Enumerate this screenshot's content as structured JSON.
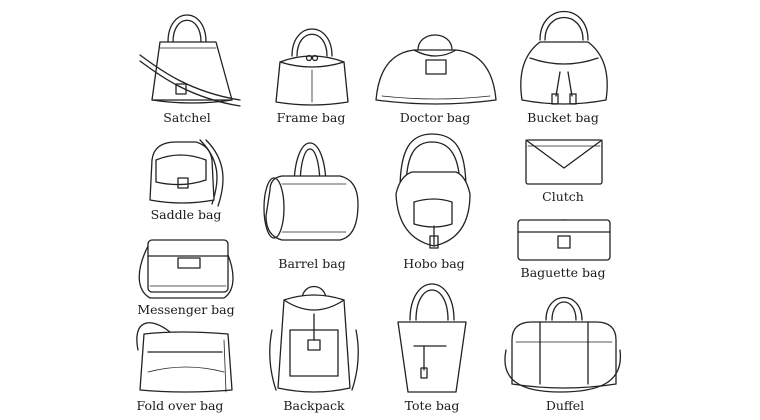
{
  "bags": [
    {
      "id": "satchel",
      "label": "Satchel",
      "icon": "satchel-icon"
    },
    {
      "id": "frame",
      "label": "Frame bag",
      "icon": "frame-bag-icon"
    },
    {
      "id": "doctor",
      "label": "Doctor bag",
      "icon": "doctor-bag-icon"
    },
    {
      "id": "bucket",
      "label": "Bucket bag",
      "icon": "bucket-bag-icon"
    },
    {
      "id": "saddle",
      "label": "Saddle bag",
      "icon": "saddle-bag-icon"
    },
    {
      "id": "barrel",
      "label": "Barrel bag",
      "icon": "barrel-bag-icon"
    },
    {
      "id": "hobo",
      "label": "Hobo bag",
      "icon": "hobo-bag-icon"
    },
    {
      "id": "clutch",
      "label": "Clutch",
      "icon": "clutch-icon"
    },
    {
      "id": "baguette",
      "label": "Baguette bag",
      "icon": "baguette-bag-icon"
    },
    {
      "id": "messenger",
      "label": "Messenger bag",
      "icon": "messenger-bag-icon"
    },
    {
      "id": "foldover",
      "label": "Fold over bag",
      "icon": "fold-over-bag-icon"
    },
    {
      "id": "backpack",
      "label": "Backpack",
      "icon": "backpack-icon"
    },
    {
      "id": "tote",
      "label": "Tote bag",
      "icon": "tote-bag-icon"
    },
    {
      "id": "duffel",
      "label": "Duffel",
      "icon": "duffel-icon"
    }
  ]
}
